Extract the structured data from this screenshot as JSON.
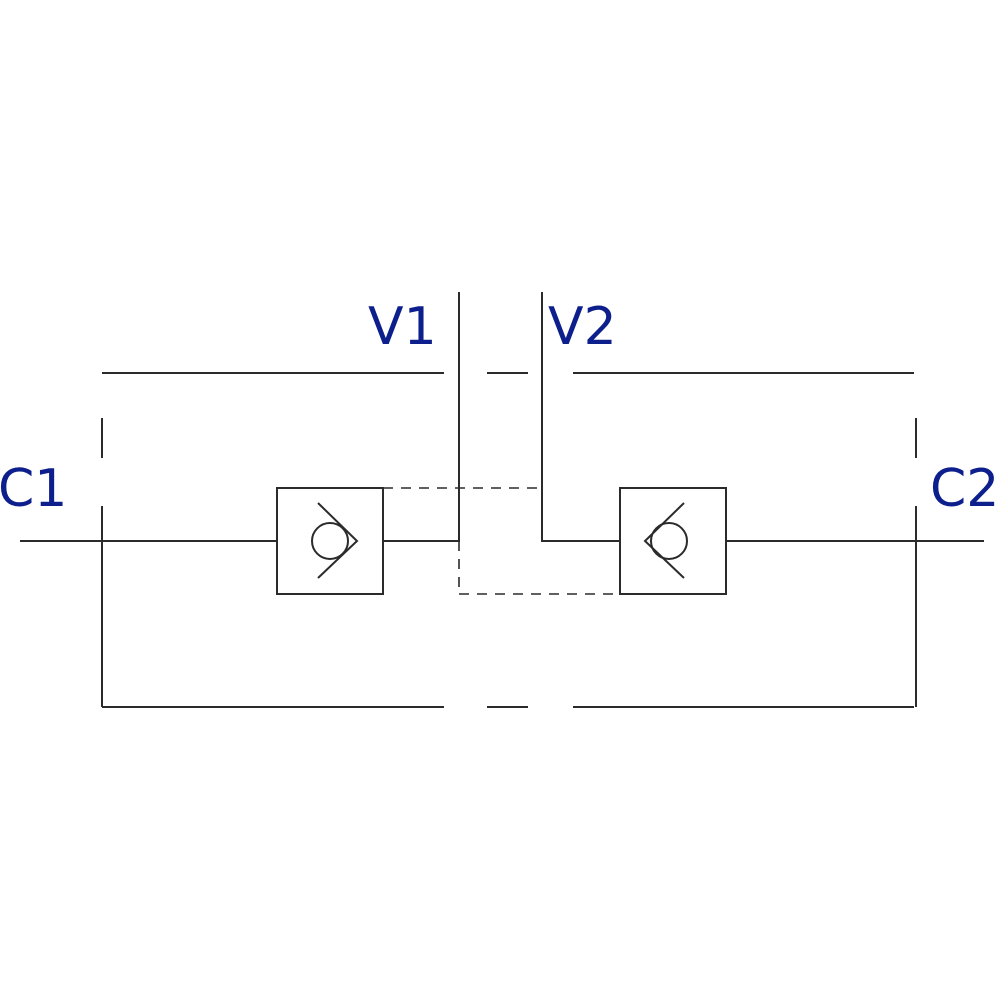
{
  "diagram": {
    "labels": {
      "c1": "C1",
      "c2": "C2",
      "v1": "V1",
      "v2": "V2"
    },
    "colors": {
      "label": "#0d1f8c",
      "line": "#2b2b2b",
      "background": "#ffffff"
    }
  }
}
